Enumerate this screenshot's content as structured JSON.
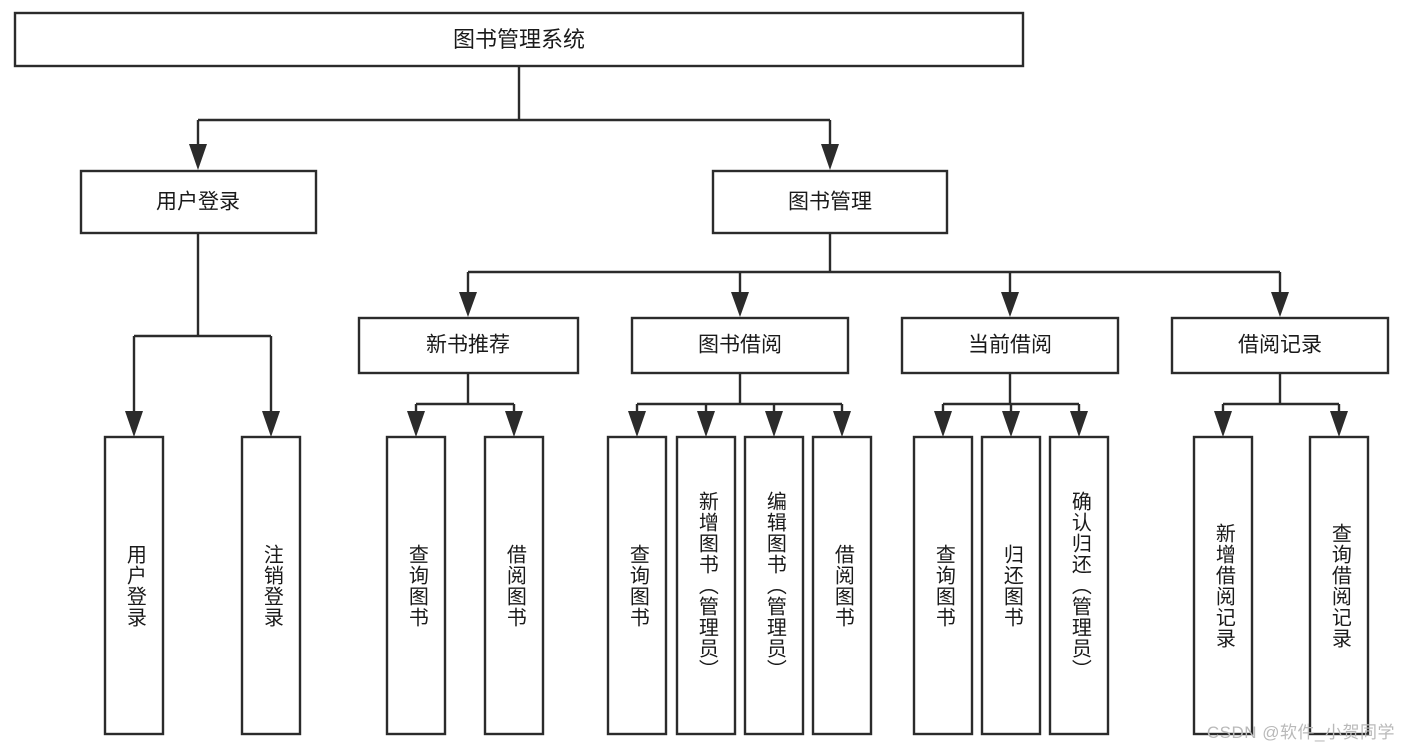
{
  "diagram": {
    "type": "tree-hierarchy",
    "title": "图书管理系统",
    "root": {
      "id": "root",
      "label": "图书管理系统"
    },
    "level2": [
      {
        "id": "user-login",
        "label": "用户登录"
      },
      {
        "id": "book-manage",
        "label": "图书管理"
      }
    ],
    "level3": [
      {
        "id": "new-book-recommend",
        "label": "新书推荐",
        "parent": "book-manage"
      },
      {
        "id": "book-borrow",
        "label": "图书借阅",
        "parent": "book-manage"
      },
      {
        "id": "current-borrow",
        "label": "当前借阅",
        "parent": "book-manage"
      },
      {
        "id": "borrow-record",
        "label": "借阅记录",
        "parent": "book-manage"
      }
    ],
    "leaves": [
      {
        "id": "leaf-user-login",
        "label": "用户登录",
        "parent": "user-login"
      },
      {
        "id": "leaf-logout",
        "label": "注销登录",
        "parent": "user-login"
      },
      {
        "id": "leaf-query-book-1",
        "label": "查询图书",
        "parent": "new-book-recommend"
      },
      {
        "id": "leaf-borrow-book-1",
        "label": "借阅图书",
        "parent": "new-book-recommend"
      },
      {
        "id": "leaf-query-book-2",
        "label": "查询图书",
        "parent": "book-borrow"
      },
      {
        "id": "leaf-add-book",
        "label": "新增图书（管理员）",
        "parent": "book-borrow"
      },
      {
        "id": "leaf-edit-book",
        "label": "编辑图书（管理员）",
        "parent": "book-borrow"
      },
      {
        "id": "leaf-borrow-book-2",
        "label": "借阅图书",
        "parent": "book-borrow"
      },
      {
        "id": "leaf-query-book-3",
        "label": "查询图书",
        "parent": "current-borrow"
      },
      {
        "id": "leaf-return-book",
        "label": "归还图书",
        "parent": "current-borrow"
      },
      {
        "id": "leaf-confirm-return",
        "label": "确认归还（管理员）",
        "parent": "current-borrow"
      },
      {
        "id": "leaf-add-record",
        "label": "新增借阅记录",
        "parent": "borrow-record"
      },
      {
        "id": "leaf-query-record",
        "label": "查询借阅记录",
        "parent": "borrow-record"
      }
    ],
    "colors": {
      "stroke": "#2b2b2b",
      "fill": "#ffffff",
      "text": "#1a1a1a",
      "watermark": "#b9b9b9",
      "background": "#ffffff"
    }
  },
  "watermark": {
    "text": "CSDN @软件_小贺同学"
  }
}
